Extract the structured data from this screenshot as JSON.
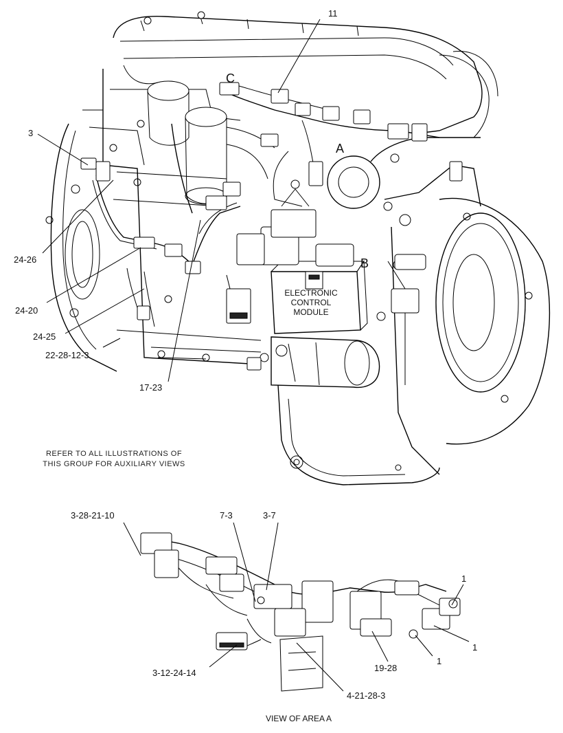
{
  "callouts": {
    "c": "C",
    "a": "A",
    "b": "B"
  },
  "ecm": {
    "line1": "ELECTRONIC",
    "line2": "CONTROL",
    "line3": "MODULE"
  },
  "labels": {
    "l11": "11",
    "l3": "3",
    "l24_26": "24-26",
    "l24_20": "24-20",
    "l24_25": "24-25",
    "l22_28_12_3": "22-28-12-3",
    "l17_23": "17-23",
    "l3_28_21_10": "3-28-21-10",
    "l7_3": "7-3",
    "l3_7": "3-7",
    "l1a": "1",
    "l1b": "1",
    "l1c": "1",
    "l19_28": "19-28",
    "l3_12_24_14": "3-12-24-14",
    "l4_21_28_3": "4-21-28-3"
  },
  "note": {
    "line1": "REFER TO ALL ILLUSTRATIONS OF",
    "line2": "THIS GROUP FOR AUXILIARY VIEWS"
  },
  "caption": "VIEW OF AREA A"
}
